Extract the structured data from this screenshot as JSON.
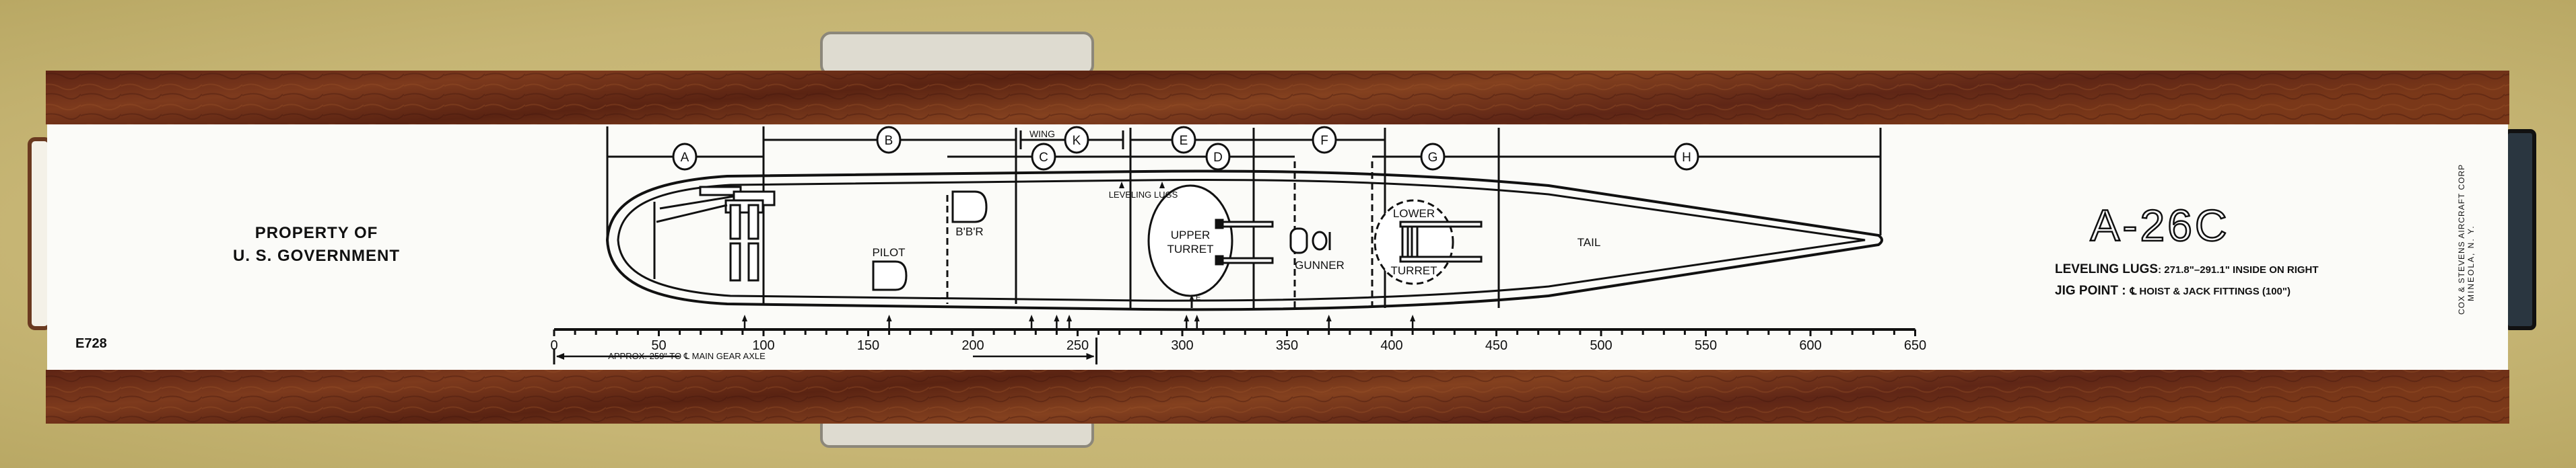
{
  "left_panel": {
    "ownership_line1": "PROPERTY OF",
    "ownership_line2": "U. S. GOVERNMENT",
    "serial": "E728"
  },
  "right_panel": {
    "model": "A-26C",
    "leveling_lugs_label": "LEVELING LUGS",
    "leveling_lugs_value": ": 271.8\"–291.1\" INSIDE ON RIGHT",
    "jig_point_label": "JIG POINT :",
    "jig_point_value": "℄ HOIST & JACK FITTINGS  (100\")",
    "maker_line1": "COX & STEVENS AIRCRAFT CORP",
    "maker_line2": "MINEOLA, N. Y."
  },
  "diagram": {
    "zones": [
      "A",
      "B",
      "C",
      "K",
      "D",
      "E",
      "F",
      "G",
      "H"
    ],
    "wing_label": "WING",
    "compartments": {
      "pilot": "PILOT",
      "bbr": "B'B'R",
      "upper_turret_1": "UPPER",
      "upper_turret_2": "TURRET",
      "gunner": "GUNNER",
      "lower_turret_1": "LOWER",
      "lower_turret_2": "TURRET",
      "tail": "TAIL"
    },
    "leveling_lugs_label": "LEVELING LUGS",
    "e_mark": "E"
  },
  "scale": {
    "min": 0,
    "max": 650,
    "major_step": 50,
    "minor_step": 10,
    "tick_labels": [
      "0",
      "50",
      "100",
      "150",
      "200",
      "250",
      "300",
      "350",
      "400",
      "450",
      "500",
      "550",
      "600",
      "650"
    ],
    "station_arrows": [
      91,
      160,
      228,
      240,
      246,
      302,
      307,
      370,
      410
    ],
    "main_gear_note": "APPROX. 259\" TO ℄ MAIN GEAR AXLE",
    "main_gear_station": 259
  },
  "colors": {
    "wood": "#6b2a17",
    "card": "#fbfbf8",
    "ink": "#111111",
    "background": "#c9b878"
  }
}
